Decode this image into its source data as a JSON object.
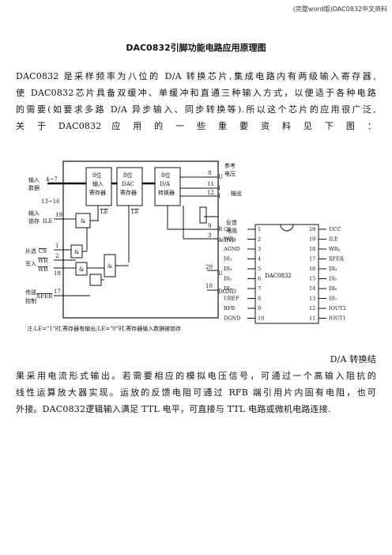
{
  "header": "(完整word版)DAC0832中文资料",
  "title": "DAC0832引脚功能电路应用原理图",
  "intro_lines": [
    "DAC0832 是采样频率为八位的 D/A 转换芯片,集成电路内有两级输入寄存器,",
    "使 DAC0832芯片具备双缓冲、单缓冲和直通三种输入方式，以便适于各种电路",
    "的需要(如要求多路 D/A 异步输入、同步转换等).所以这个芯片的应用很广泛,",
    "关 于 DAC0832 应 用 的 一 些 重 要 资 料 见 下 图 ："
  ],
  "para2_first": "D/A 转换结",
  "para2_lines": [
    "果采用电流形式输出。若需要相应的模拟电压信号，可通过一个高输入阻抗的",
    "线性运算放大器实现。运放的反馈电阻可通过 RFB 端引用片内固有电阻，也可",
    "外接。DAC0832逻辑输入满足 TTL 电平，可直接与 TTL 电路或微机电路连接."
  ],
  "diagram": {
    "left_labels": {
      "input_data": "输入",
      "input_data2": "数据",
      "pins_4_7": "4~7",
      "pins_13_16": "13~16",
      "input_latch": "输入",
      "input_latch2": "锁存",
      "ile": "ILE",
      "chip_select": "片选",
      "cs": "CS",
      "write_in": "写入",
      "wr1": "WR",
      "wr2": "WR",
      "transfer": "传送",
      "transfer2": "控制",
      "xfer": "XFER"
    },
    "blocks": {
      "input_reg": [
        "8位",
        "输入",
        "寄存器"
      ],
      "dac_reg": [
        "8位",
        "DAC",
        "寄存器"
      ],
      "da_conv": [
        "8位",
        "D/A",
        "转换器"
      ]
    },
    "le": "LE",
    "pin_numbers": {
      "p19": "19",
      "p1": "1",
      "p2": "2",
      "p18": "18",
      "p17": "17",
      "p8": "8",
      "p11": "11",
      "p12": "12",
      "p9": "9",
      "p3": "3",
      "p20": "20",
      "p10": "10"
    },
    "right_labels": {
      "ref_voltage": "参考",
      "ref_voltage2": "电压",
      "uref": "U",
      "iout1": "I",
      "iout2": "I",
      "output": "输出",
      "feedback": "反馈",
      "feedback2": "电阻",
      "rfb": "R",
      "agnd": "AGND",
      "ucc": "U",
      "dgnd": "DGND"
    },
    "and_label": "&",
    "note": "注:LE=\"1\"时,寄存器有输出;LE=\"0\"时,寄存器输入数据被锁存"
  },
  "chip": {
    "name": "DAC0832",
    "left_pins": [
      {
        "n": "1",
        "label": "CS"
      },
      {
        "n": "2",
        "label": "WR₁"
      },
      {
        "n": "3",
        "label": "AGND"
      },
      {
        "n": "4",
        "label": "DI₃"
      },
      {
        "n": "5",
        "label": "DI₂"
      },
      {
        "n": "6",
        "label": "DI₁"
      },
      {
        "n": "7",
        "label": "DI₀"
      },
      {
        "n": "8",
        "label": "UREF"
      },
      {
        "n": "9",
        "label": "RFB"
      },
      {
        "n": "10",
        "label": "DGND"
      }
    ],
    "right_pins": [
      {
        "n": "20",
        "label": "UCC"
      },
      {
        "n": "19",
        "label": "ILE"
      },
      {
        "n": "18",
        "label": "WR₂"
      },
      {
        "n": "17",
        "label": "XFER"
      },
      {
        "n": "16",
        "label": "DI₄"
      },
      {
        "n": "15",
        "label": "DI₅"
      },
      {
        "n": "14",
        "label": "DI₆"
      },
      {
        "n": "13",
        "label": "DI₇"
      },
      {
        "n": "12",
        "label": "IOUT2"
      },
      {
        "n": "11",
        "label": "IOUT1"
      }
    ]
  }
}
